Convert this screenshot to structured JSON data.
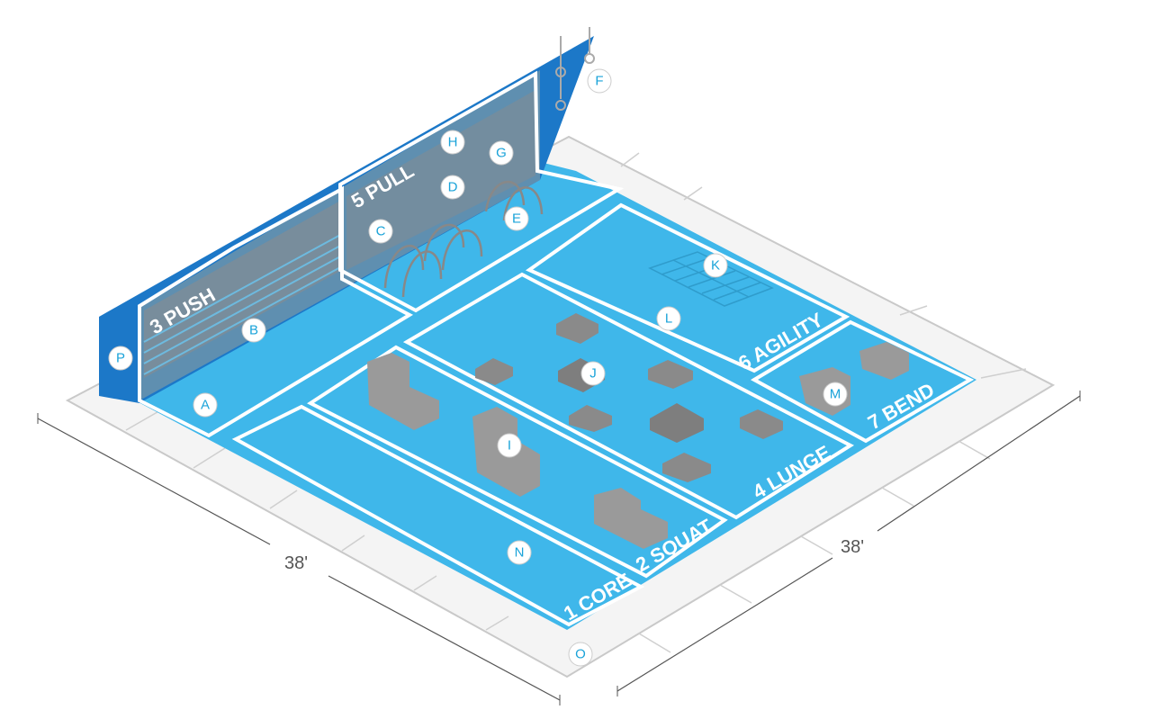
{
  "colors": {
    "floor_blue": "#3fb7ea",
    "wall_blue": "#1c78c8",
    "grid_grey": "#e9e9e9",
    "marker": "#1aa3d9"
  },
  "zones": [
    {
      "id": "core",
      "label": "1 CORE"
    },
    {
      "id": "squat",
      "label": "2 SQUAT"
    },
    {
      "id": "push",
      "label": "3 PUSH"
    },
    {
      "id": "lunge",
      "label": "4 LUNGE"
    },
    {
      "id": "pull",
      "label": "5 PULL"
    },
    {
      "id": "agility",
      "label": "6 AGILITY"
    },
    {
      "id": "bend",
      "label": "7 BEND"
    }
  ],
  "markers": [
    "A",
    "B",
    "C",
    "D",
    "E",
    "F",
    "G",
    "H",
    "I",
    "J",
    "K",
    "L",
    "M",
    "N",
    "O",
    "P"
  ],
  "dimensions": {
    "left": "38'",
    "right": "38'"
  }
}
